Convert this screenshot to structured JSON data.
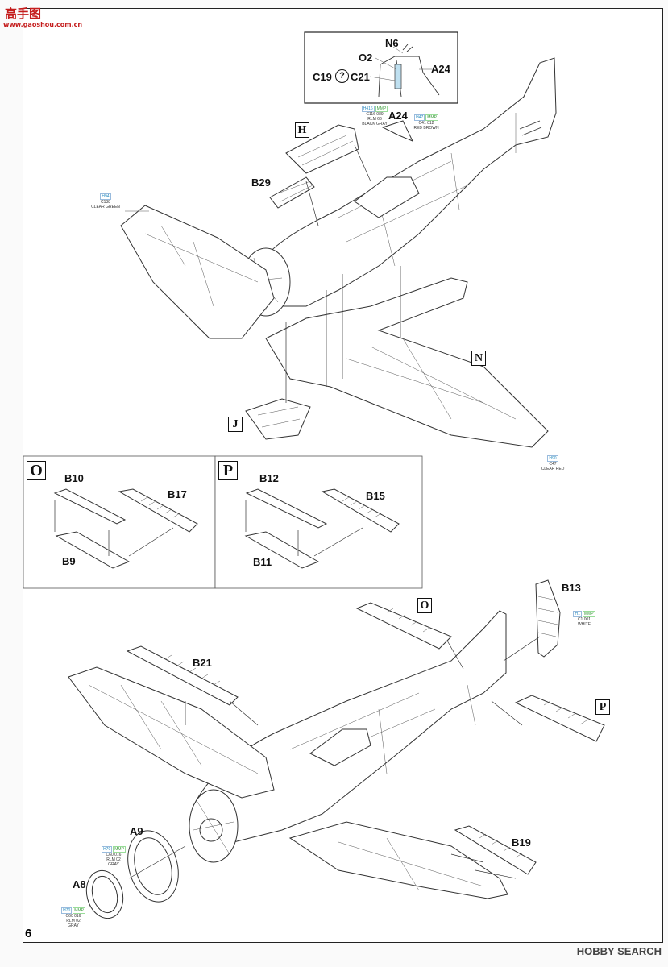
{
  "watermark": {
    "top_logo": "高手图",
    "top_url": "www.gaoshou.com.cn",
    "bottom": "HOBBY SEARCH"
  },
  "page_number": "6",
  "inset_top": {
    "labels": [
      "N6",
      "O2",
      "A24",
      "C19",
      "?",
      "C21"
    ]
  },
  "section_boxes": {
    "H": "H",
    "J": "J",
    "N": "N",
    "O": "O",
    "P": "P",
    "O2": "O",
    "P2": "P"
  },
  "parts": {
    "A24": "A24",
    "B29": "B29",
    "B10": "B10",
    "B17": "B17",
    "B9": "B9",
    "B12": "B12",
    "B15": "B15",
    "B11": "B11",
    "B13": "B13",
    "B21": "B21",
    "B19": "B19",
    "A9": "A9",
    "A8": "A8"
  },
  "color_tags": {
    "rlm66": {
      "codes": [
        "H416",
        "MMP"
      ],
      "line2": "C116  089",
      "line3": "RLM 66",
      "line4": "BLACK GRAY"
    },
    "red_brown": {
      "codes": [
        "H47",
        "MMP"
      ],
      "line2": "C41  012",
      "line3": "RED BROWN"
    },
    "clear_green": {
      "codes": [
        "H94"
      ],
      "line2": "C138",
      "line3": "CLEAR GREEN"
    },
    "clear_red": {
      "codes": [
        "H90"
      ],
      "line2": "C47",
      "line3": "CLEAR RED"
    },
    "white": {
      "codes": [
        "H1",
        "MMP"
      ],
      "line2": "C1  001",
      "line3": "WHITE"
    },
    "rlm02_a9": {
      "codes": [
        "H70",
        "MMP"
      ],
      "line2": "C60  016",
      "line3": "RLM 02",
      "line4": "GRAY"
    },
    "rlm02_a8": {
      "codes": [
        "H70",
        "MMP"
      ],
      "line2": "C60  016",
      "line3": "RLM 02",
      "line4": "GRAY"
    }
  }
}
